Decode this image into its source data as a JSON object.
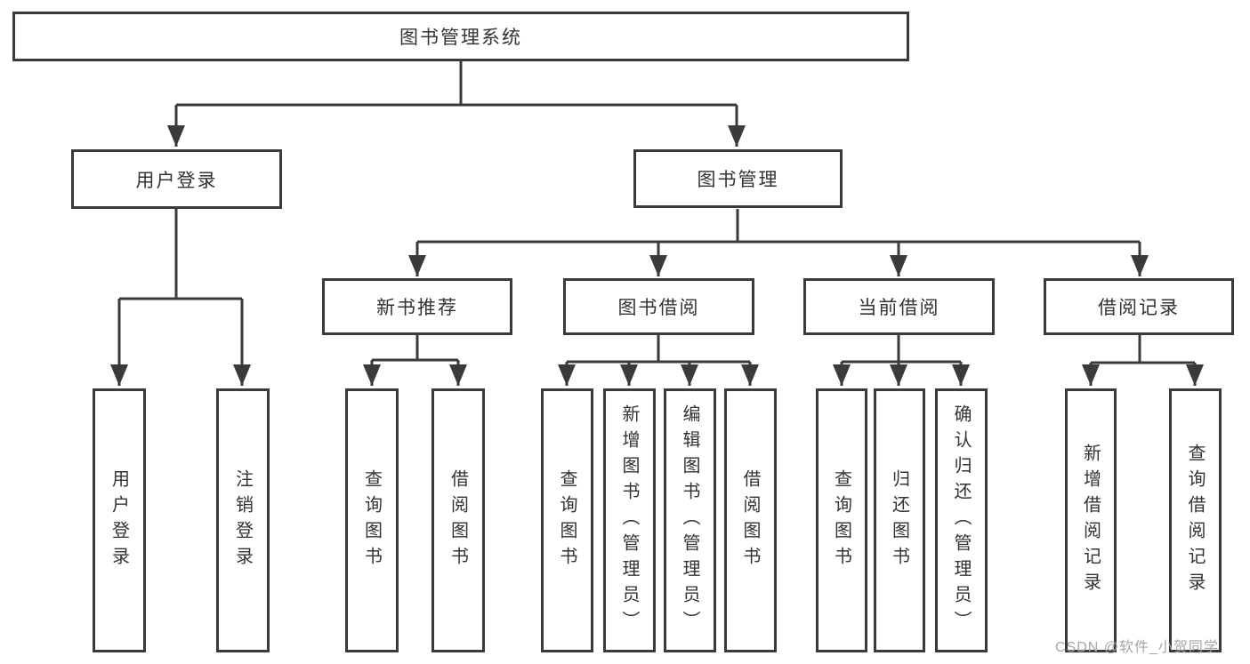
{
  "diagram": {
    "type": "hierarchy-tree",
    "tree": {
      "label": "图书管理系统",
      "children": [
        {
          "label": "用户登录",
          "children": [
            {
              "label": "用户登录"
            },
            {
              "label": "注销登录"
            }
          ]
        },
        {
          "label": "图书管理",
          "children": [
            {
              "label": "新书推荐",
              "children": [
                {
                  "label": "查询图书"
                },
                {
                  "label": "借阅图书"
                }
              ]
            },
            {
              "label": "图书借阅",
              "children": [
                {
                  "label": "查询图书"
                },
                {
                  "label": "新增图书（管理员）"
                },
                {
                  "label": "编辑图书（管理员）"
                },
                {
                  "label": "借阅图书"
                }
              ]
            },
            {
              "label": "当前借阅",
              "children": [
                {
                  "label": "查询图书"
                },
                {
                  "label": "归还图书"
                },
                {
                  "label": "确认归还（管理员）"
                }
              ]
            },
            {
              "label": "借阅记录",
              "children": [
                {
                  "label": "新增借阅记录"
                },
                {
                  "label": "查询借阅记录"
                }
              ]
            }
          ]
        }
      ]
    }
  },
  "watermark": {
    "text": "CSDN @软件_小贺同学"
  },
  "colors": {
    "line": "#3a3a3a",
    "box_border": "#3a3a3a",
    "box_fill": "#ffffff",
    "text": "#333333",
    "watermark": "#a6a6a6",
    "background": "#ffffff"
  }
}
